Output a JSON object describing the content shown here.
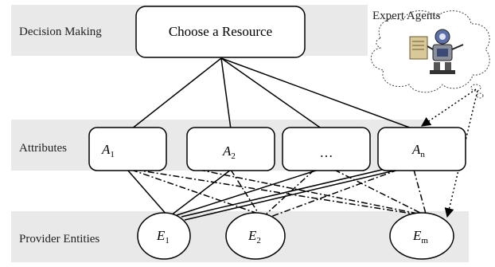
{
  "rows": {
    "decision": "Decision Making",
    "attributes": "Attributes",
    "providers": "Provider Entities"
  },
  "root": {
    "label": "Choose a Resource"
  },
  "expert": {
    "label": "Expert Agents",
    "icon": "robot-agent-icon"
  },
  "attributes": [
    {
      "id": "A1",
      "base": "A",
      "sub": "1"
    },
    {
      "id": "A2",
      "base": "A",
      "sub": "2"
    },
    {
      "id": "Adots",
      "base": "…",
      "sub": ""
    },
    {
      "id": "An",
      "base": "A",
      "sub": "n"
    }
  ],
  "entities": [
    {
      "id": "E1",
      "base": "E",
      "sub": "1"
    },
    {
      "id": "E2",
      "base": "E",
      "sub": "2"
    },
    {
      "id": "Em",
      "base": "E",
      "sub": "m"
    }
  ]
}
